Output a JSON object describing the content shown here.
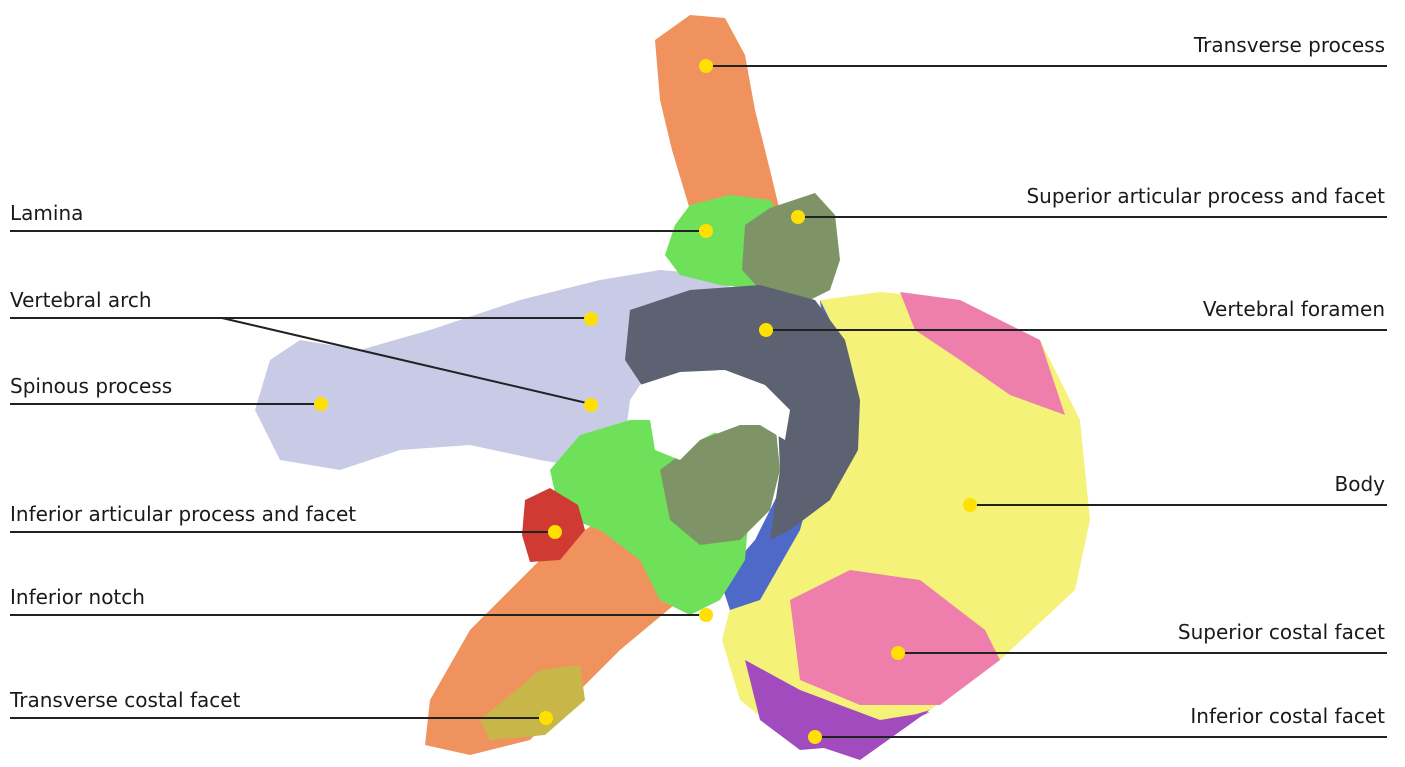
{
  "labels": {
    "transverse_process": "Transverse process",
    "lamina": "Lamina",
    "superior_articular": "Superior articular process and facet",
    "vertebral_arch": "Vertebral arch",
    "vertebral_foramen": "Vertebral foramen",
    "spinous_process": "Spinous process",
    "body": "Body",
    "inferior_articular": "Inferior articular process and facet",
    "inferior_notch": "Inferior notch",
    "superior_costal": "Superior costal facet",
    "transverse_costal": "Transverse costal facet",
    "inferior_costal": "Inferior costal facet"
  },
  "colors": {
    "transverse_process": "#f0925e",
    "lamina": "#6fe05a",
    "articular": "#7f9466",
    "vertebral_arch": "#c9cbe6",
    "foramen": "#5d6272",
    "body": "#f5f27a",
    "costal_facet": "#ee7eab",
    "inferior_costal": "#a24bbf",
    "red": "#cf3a32",
    "blue": "#4f69c8",
    "marker": "#ffe000",
    "leader": "#222222"
  }
}
